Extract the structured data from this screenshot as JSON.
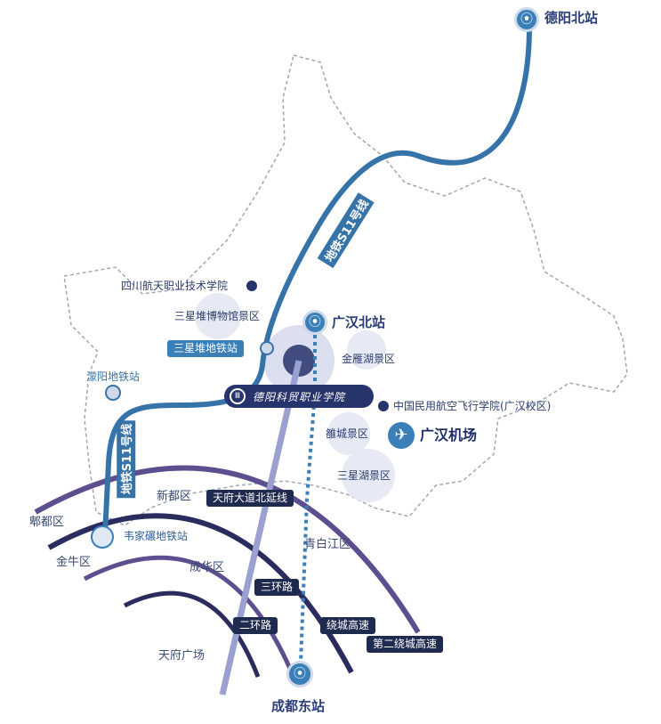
{
  "stations": {
    "deyang_north": "德阳北站",
    "guanghan_north": "广汉北站",
    "chengdu_east": "成都东站",
    "sanxingdui_metro": "三星堆地铁站",
    "mengyang_metro": "濛阳地铁站",
    "weijiani_metro": "韦家碾地铁站"
  },
  "lines": {
    "s11_upper": "地铁S11号线",
    "s11_lower": "地铁S11号线"
  },
  "pois": {
    "sichuan_aerospace": "四川航天职业技术学院",
    "sanxingdui_museum": "三星堆博物馆景区",
    "jinyanhu": "金雁湖景区",
    "caac_flight": "中国民用航空飞行学院(广汉校区)",
    "yongcheng": "雒城景区",
    "sanxinghu": "三星湖景区",
    "guanghan_airport": "广汉机场"
  },
  "districts": {
    "xindu": "新都区",
    "pidu": "郫都区",
    "jinniu": "金牛区",
    "chenghua": "成华区",
    "qingbaijiang": "青白江区",
    "tianfu_square": "天府广场"
  },
  "roads": {
    "tianfu_avenue_north": "天府大道北延线",
    "third_ring": "三环路",
    "second_ring": "二环路",
    "ring_expressway": "绕城高速",
    "second_ring_expressway": "第二绕城高速"
  },
  "college": {
    "name": "德阳科贸职业学院"
  },
  "colors": {
    "metro_line": "#3673a8",
    "road_dark": "#2a2c5e",
    "road_purple": "#6a5c9a",
    "pill_dark": "#1f2a4f",
    "boundary": "#a0a6b4"
  },
  "icons": {
    "rail": "rail-station-icon",
    "airport": "airplane-icon",
    "poi_dot": "poi-dot-icon"
  }
}
